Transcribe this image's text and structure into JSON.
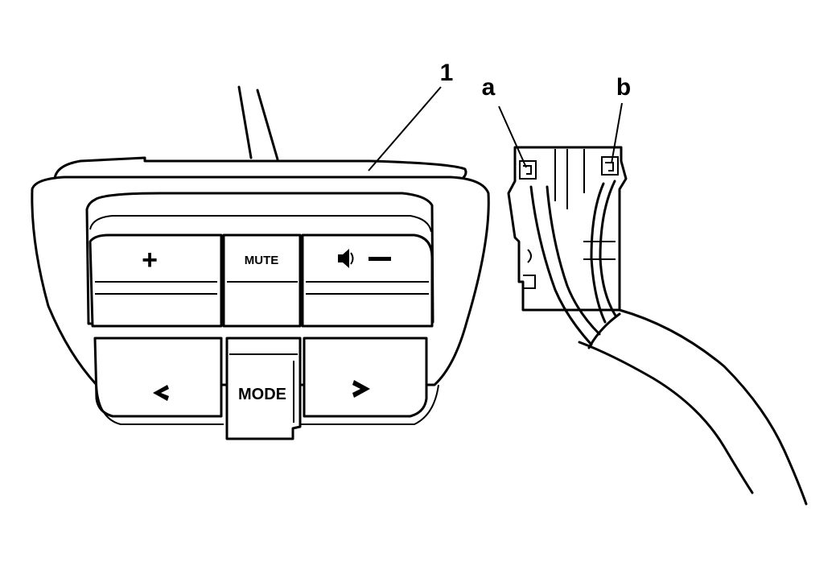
{
  "callouts": {
    "switch_assembly": "1",
    "connector_terminal_a": "a",
    "connector_terminal_b": "b"
  },
  "buttons": {
    "volume_up": "+",
    "mute": "MUTE",
    "volume_down_icon": "speaker-minus-icon",
    "seek_left_icon": "chevron-left-icon",
    "mode": "MODE",
    "seek_right_icon": "chevron-right-icon"
  },
  "colors": {
    "line": "#000000",
    "background": "#ffffff"
  }
}
